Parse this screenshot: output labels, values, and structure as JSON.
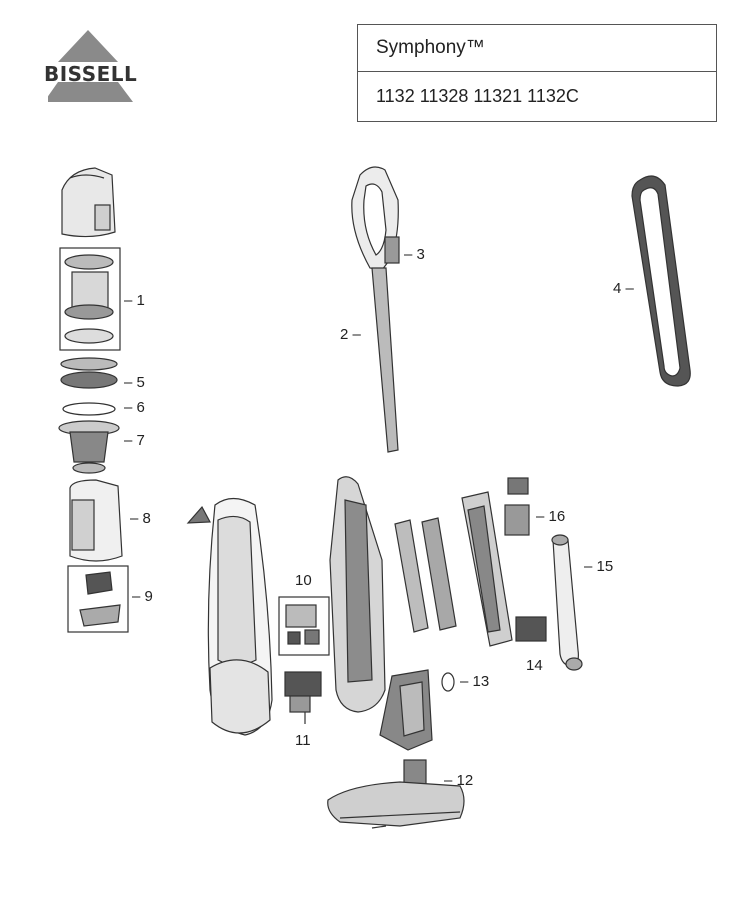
{
  "logo": {
    "text": "BISSELL"
  },
  "title": {
    "product_name": "Symphony™",
    "models": "1132 11328 11321 1132C"
  },
  "callouts": [
    {
      "id": "1",
      "label": "– 1"
    },
    {
      "id": "2",
      "label": "2 –"
    },
    {
      "id": "3",
      "label": "– 3"
    },
    {
      "id": "4",
      "label": "4 –"
    },
    {
      "id": "5",
      "label": "– 5"
    },
    {
      "id": "6",
      "label": "– 6"
    },
    {
      "id": "7",
      "label": "– 7"
    },
    {
      "id": "8",
      "label": "– 8"
    },
    {
      "id": "9",
      "label": "– 9"
    },
    {
      "id": "10",
      "label": "10"
    },
    {
      "id": "11",
      "label": "11"
    },
    {
      "id": "12",
      "label": "– 12"
    },
    {
      "id": "13",
      "label": "– 13"
    },
    {
      "id": "14",
      "label": "14"
    },
    {
      "id": "15",
      "label": "– 15"
    },
    {
      "id": "16",
      "label": "– 16"
    }
  ],
  "colors": {
    "line": "#333333",
    "fill_light": "#f2f2f2",
    "fill_mid": "#c8c8c8",
    "fill_dark": "#888888",
    "logo_gray": "#8a8a8a"
  }
}
